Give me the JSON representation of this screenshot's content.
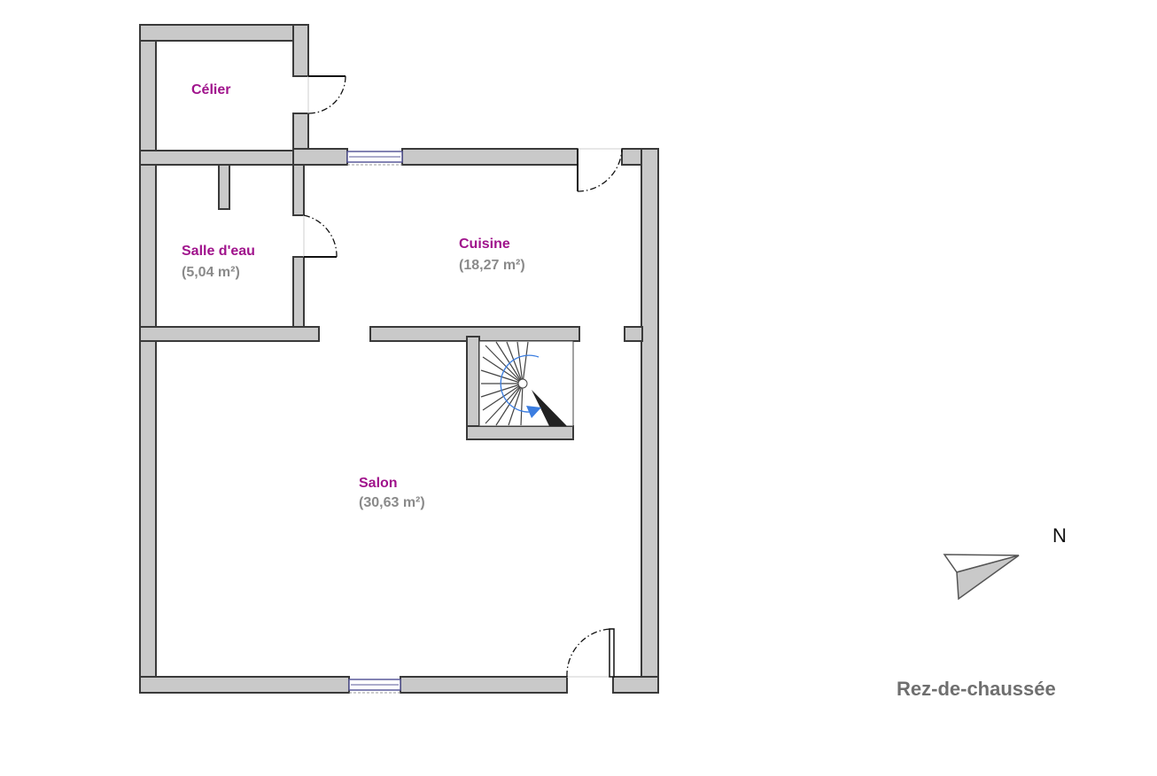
{
  "colors": {
    "room_label": "#a0138c",
    "area_label": "#8a8a8a",
    "wall_fill": "#c9c9c9",
    "wall_outline": "#3a3a3a",
    "stair_arrow": "#3b7de0",
    "level_label": "#6f6f6f"
  },
  "rooms": {
    "celier": {
      "name": "Célier"
    },
    "salle_deau": {
      "name": "Salle d'eau",
      "area": "(5,04 m²)"
    },
    "cuisine": {
      "name": "Cuisine",
      "area": "(18,27 m²)"
    },
    "salon": {
      "name": "Salon",
      "area": "(30,63 m²)"
    }
  },
  "compass": {
    "north_label": "N"
  },
  "level": {
    "label": "Rez-de-chaussée"
  }
}
